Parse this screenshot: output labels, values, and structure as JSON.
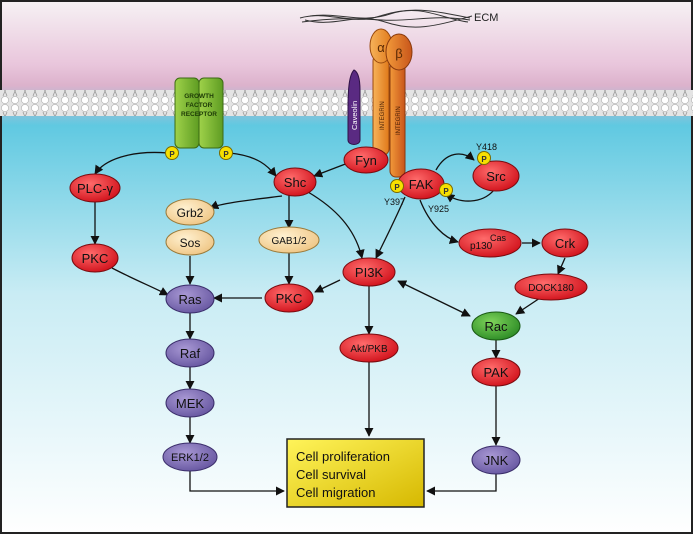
{
  "labels": {
    "ecm": "ECM",
    "gfr_line1": "GROWTH",
    "gfr_line2": "FACTOR",
    "gfr_line3": "RECEPTOR",
    "caveolin": "Caveolin",
    "alpha": "α",
    "beta": "β",
    "integrin": "INTEGRIN",
    "phospho": "P",
    "y418": "Y418",
    "y397": "Y397",
    "y925": "Y925"
  },
  "nodes": {
    "fyn": "Fyn",
    "fak": "FAK",
    "src": "Src",
    "shc": "Shc",
    "plcg": "PLC-γ",
    "pkc_left": "PKC",
    "grb2": "Grb2",
    "sos": "Sos",
    "gab": "GAB1/2",
    "ras": "Ras",
    "pkc_mid": "PKC",
    "pi3k": "PI3K",
    "akt": "Akt/PKB",
    "raf": "Raf",
    "mek": "MEK",
    "erk": "ERK1/2",
    "p130_main": "p130",
    "p130_sup": "Cas",
    "crk": "Crk",
    "dock": "DOCK180",
    "rac": "Rac",
    "pak": "PAK",
    "jnk": "JNK"
  },
  "outcome": {
    "line1": "Cell proliferation",
    "line2": "Cell survival",
    "line3": "Cell migration"
  },
  "colors": {
    "red_node": "#e8202a",
    "purple_node": "#8070b0",
    "tan_node": "#f6d7a0",
    "green_node": "#3fa535",
    "membrane_band": "#e9c6dc",
    "cytoplasm": "#5cc8e0",
    "outcome_box": "#f2e200",
    "phospho": "#f7e000",
    "caveolin": "#5a2a82",
    "integrin": "#f08a1e"
  }
}
